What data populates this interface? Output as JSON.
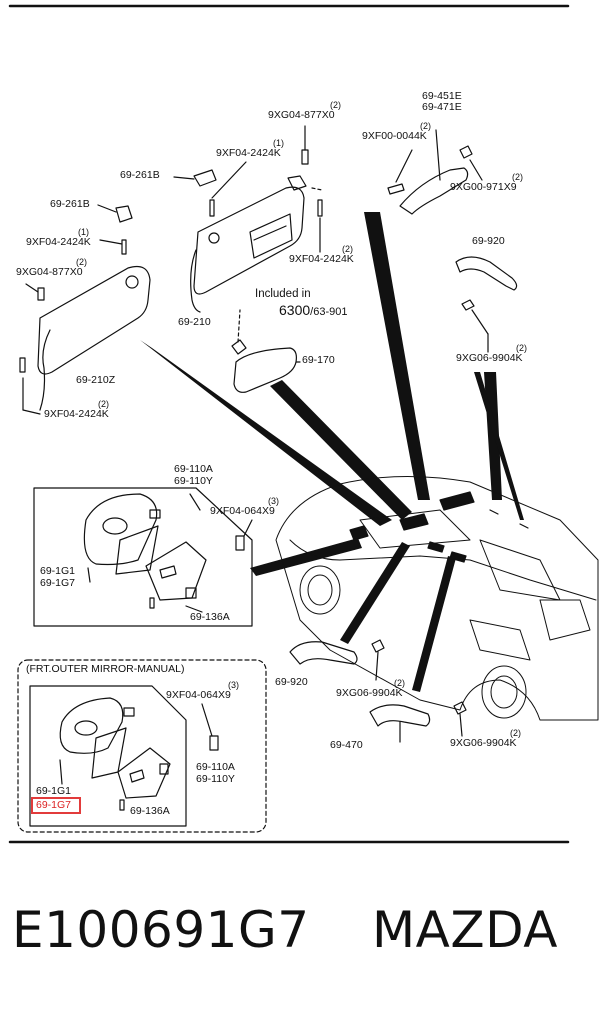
{
  "diagram": {
    "labels": {
      "visor_left_part": "69-261B",
      "visor_right_part": "69-261B",
      "screw_2424_a": "9XF04-2424K",
      "screw_2424_a_qty": "(1)",
      "screw_2424_b": "9XF04-2424K",
      "screw_2424_b_qty": "(1)",
      "screw_877_top": "9XG04-877X0",
      "screw_877_top_qty": "(2)",
      "screw_877_left": "9XG04-877X0",
      "screw_877_left_qty": "(2)",
      "screw_2424_c": "9XF04-2424K",
      "screw_2424_c_qty": "(2)",
      "screw_2424_d": "9XF04-2424K",
      "screw_2424_d_qty": "(2)",
      "visor_210": "69-210",
      "visor_210z": "69-210Z",
      "included_in": "Included in",
      "included_in_part": "6300",
      "included_in_part_suffix": "/63-901",
      "mirror_170": "69-170",
      "grip_451": "69-451E",
      "grip_471": "69-471E",
      "screw_0044": "9XF00-0044K",
      "screw_0044_qty": "(2)",
      "screw_971": "9XG00-971X9",
      "screw_971_qty": "(2)",
      "grip_920_top": "69-920",
      "screw_9904_top": "9XG06-9904K",
      "screw_9904_top_qty": "(2)",
      "mirror_110a": "69-110A",
      "mirror_110y": "69-110Y",
      "screw_064": "9XF04-064X9",
      "screw_064_qty": "(3)",
      "glass_1g1": "69-1G1",
      "glass_1g7": "69-1G7",
      "bracket_136a": "69-136A",
      "grip_920_bottom": "69-920",
      "screw_9904_mid": "9XG06-9904K",
      "screw_9904_mid_qty": "(2)",
      "grip_470": "69-470",
      "screw_9904_bottom": "9XG06-9904K",
      "screw_9904_bottom_qty": "(2)",
      "inset_title": "(FRT.OUTER MIRROR-MANUAL)",
      "inset_screw_064": "9XF04-064X9",
      "inset_screw_064_qty": "(3)",
      "inset_mirror_110a": "69-110A",
      "inset_mirror_110y": "69-110Y",
      "inset_glass_1g1": "69-1G1",
      "inset_glass_1g7": "69-1G7",
      "inset_bracket_136a": "69-136A"
    }
  },
  "footer": {
    "part_number": "E100691G7",
    "brand": "MAZDA"
  },
  "colors": {
    "ink": "#111111",
    "highlight": "#e23b3b"
  }
}
